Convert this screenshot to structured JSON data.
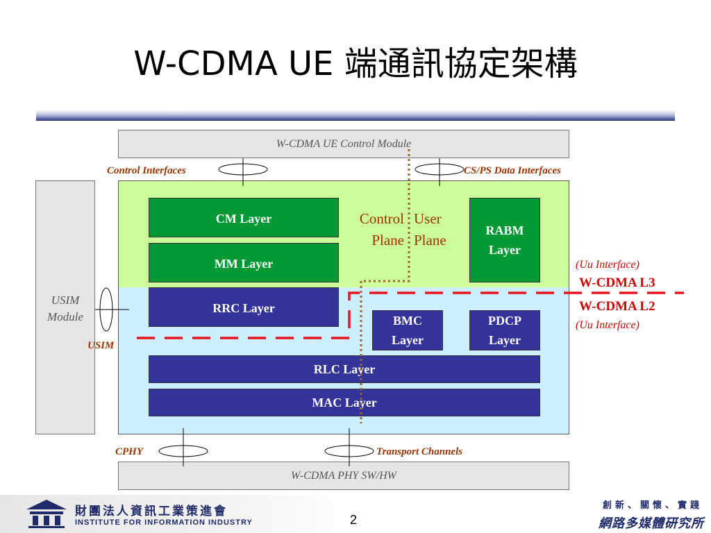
{
  "title": "W-CDMA UE 端通訊協定架構",
  "control_module": "W-CDMA UE Control Module",
  "phy_module": "W-CDMA PHY SW/HW",
  "usim_module": "USIM\nModule",
  "interfaces": {
    "control": "Control Interfaces",
    "cs_ps": "CS/PS Data Interfaces",
    "usim": "USIM",
    "cphy": "CPHY",
    "transport": "Transport Channels"
  },
  "layers": {
    "cm": "CM Layer",
    "mm": "MM Layer",
    "rrc": "RRC Layer",
    "rabm": "RABM\nLayer",
    "bmc": "BMC\nLayer",
    "pdcp": "PDCP\nLayer",
    "rlc": "RLC Layer",
    "mac": "MAC Layer"
  },
  "planes": {
    "control": "Control\nPlane",
    "user": "User\nPlane"
  },
  "uu": {
    "upper": "(Uu Interface)",
    "l3": "W-CDMA L3",
    "l2": "W-CDMA L2",
    "lower": "(Uu Interface)"
  },
  "footer": {
    "org_cn": "財團法人資訊工業策進會",
    "org_en": "INSTITUTE FOR INFORMATION INDUSTRY",
    "page": "2",
    "slogan": "創新、關懷、實踐",
    "dept": "網路多媒體研究所"
  },
  "colors": {
    "green_area": "#ccff99",
    "blue_area": "#cceeff",
    "green_layer": "#009933",
    "navy_layer": "#333399",
    "divider_red": "#e8141c",
    "plane_dots": "#996633",
    "label_brown": "#993300",
    "label_red": "#cc0000"
  }
}
